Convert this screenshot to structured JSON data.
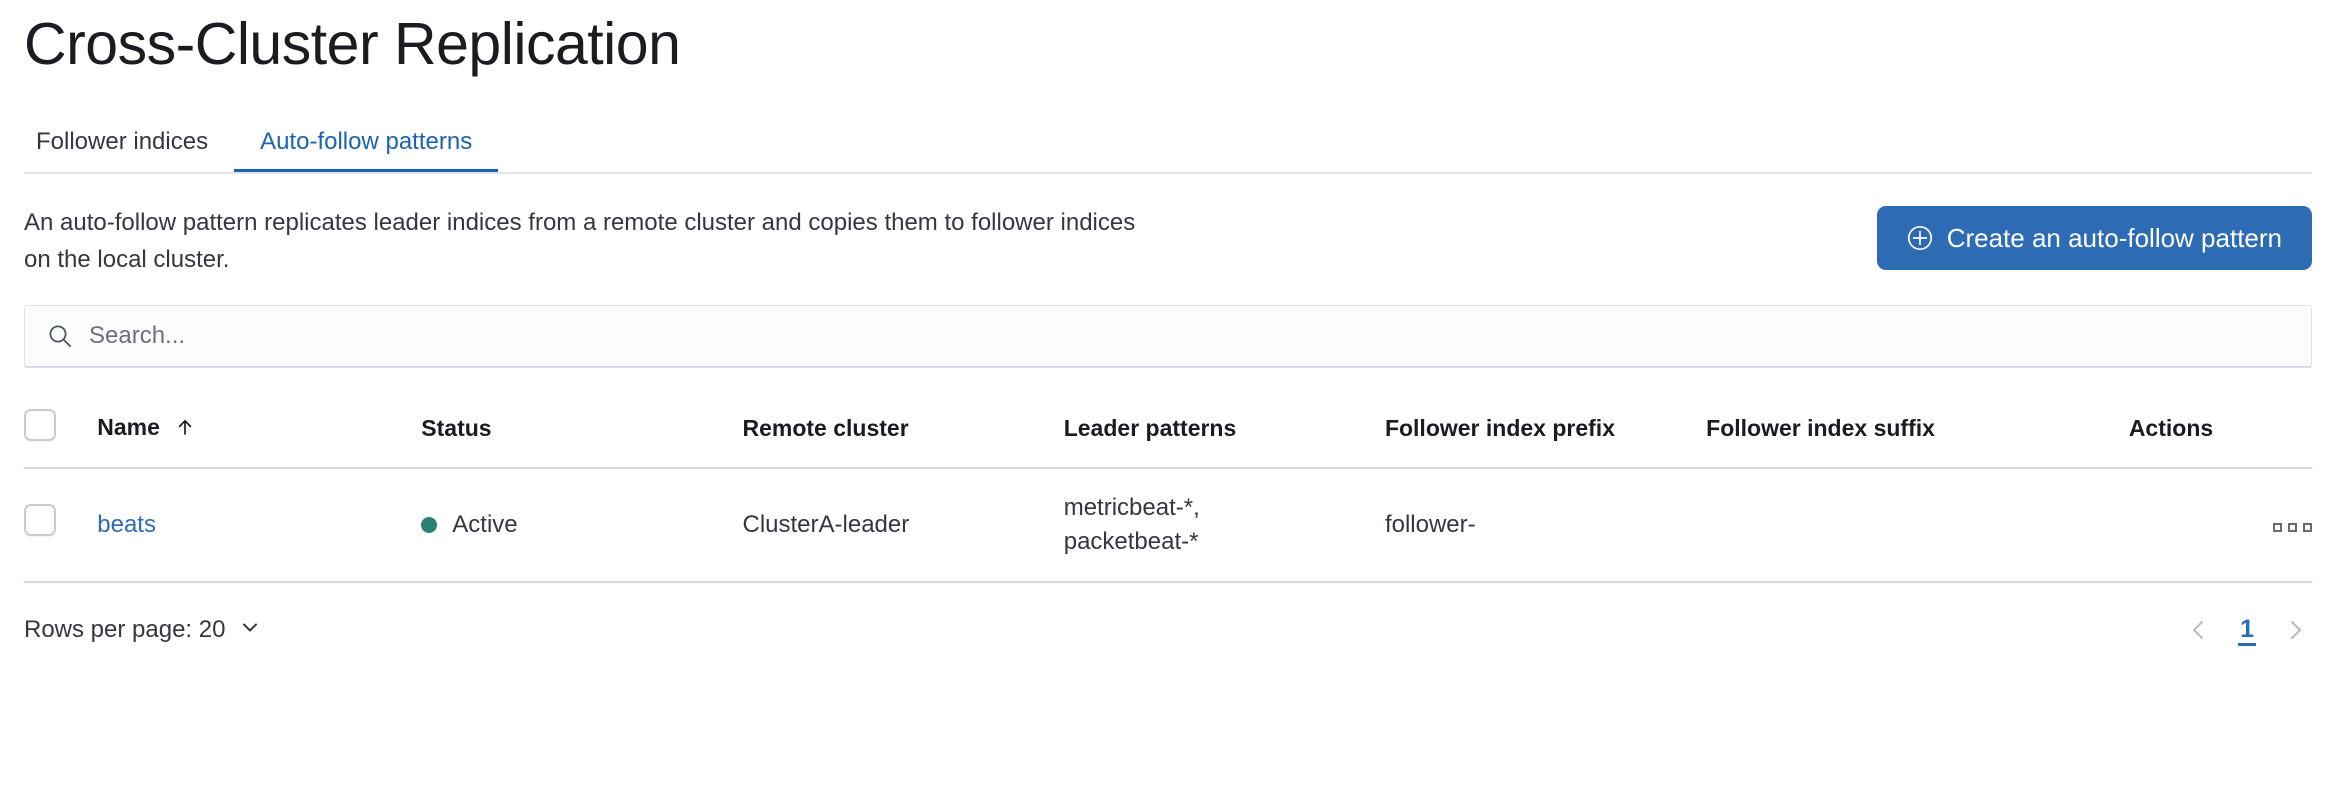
{
  "header": {
    "title": "Cross-Cluster Replication"
  },
  "tabs": [
    {
      "label": "Follower indices",
      "active": false
    },
    {
      "label": "Auto-follow patterns",
      "active": true
    }
  ],
  "intro": {
    "description": "An auto-follow pattern replicates leader indices from a remote cluster and copies them to follower indices on the local cluster.",
    "create_button_label": "Create an auto-follow pattern",
    "create_button_icon": "plus-in-circle-icon",
    "create_button_color": "#2d6cb4"
  },
  "search": {
    "placeholder": "Search...",
    "value": "",
    "icon": "search-icon"
  },
  "table": {
    "columns": [
      {
        "key": "checkbox",
        "label": ""
      },
      {
        "key": "name",
        "label": "Name",
        "sorted": "asc",
        "sort_icon": "arrow-up-icon"
      },
      {
        "key": "status",
        "label": "Status"
      },
      {
        "key": "remote_cluster",
        "label": "Remote cluster"
      },
      {
        "key": "leader_patterns",
        "label": "Leader patterns"
      },
      {
        "key": "follower_index_prefix",
        "label": "Follower index prefix"
      },
      {
        "key": "follower_index_suffix",
        "label": "Follower index suffix"
      },
      {
        "key": "actions",
        "label": "Actions"
      }
    ],
    "rows": [
      {
        "selected": false,
        "name": "beats",
        "status": "Active",
        "status_color": "#2a7f73",
        "remote_cluster": "ClusterA-leader",
        "leader_patterns": "metricbeat-*,\npacketbeat-*",
        "follower_index_prefix": "follower-",
        "follower_index_suffix": "",
        "actions_icon": "table-actions-icon"
      }
    ]
  },
  "footer": {
    "rows_per_page_label": "Rows per page: 20",
    "rows_per_page_icon": "chevron-down-icon",
    "pagination": {
      "prev_icon": "chevron-left-icon",
      "next_icon": "chevron-right-icon",
      "current_page": "1",
      "accent_color": "#2d6cb4"
    }
  }
}
